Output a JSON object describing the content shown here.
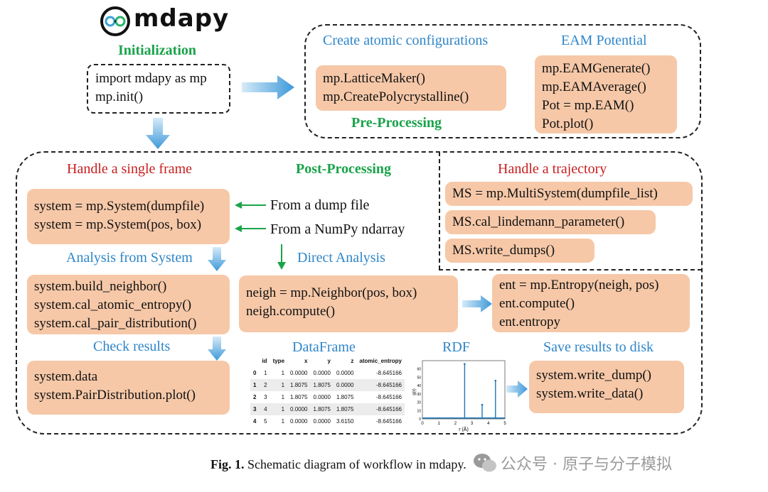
{
  "logo": {
    "text": "mdapy"
  },
  "init": {
    "title": "Initialization",
    "lines": [
      "import mdapy as mp",
      "mp.init()"
    ]
  },
  "pre": {
    "title": "Pre-Processing",
    "create_title": "Create atomic configurations",
    "create_lines": [
      "mp.LatticeMaker()",
      "mp.CreatePolycrystalline()"
    ],
    "eam_title": "EAM Potential",
    "eam_lines": [
      "mp.EAMGenerate()",
      "mp.EAMAverage()",
      "Pot = mp.EAM()",
      "Pot.plot()"
    ]
  },
  "post": {
    "title": "Post-Processing",
    "single_title": "Handle a single frame",
    "system_lines": [
      "system = mp.System(dumpfile)",
      "system = mp.System(pos, box)"
    ],
    "from_dump": "From a dump file",
    "from_numpy": "From a NumPy ndarray",
    "analysis_title": "Analysis from System",
    "direct_title": "Direct Analysis",
    "analysis_lines": [
      "system.build_neighbor()",
      "system.cal_atomic_entropy()",
      "system.cal_pair_distribution()"
    ],
    "neigh_lines": [
      "neigh = mp.Neighbor(pos, box)",
      "neigh.compute()"
    ],
    "entropy_lines": [
      "ent = mp.Entropy(neigh, pos)",
      "ent.compute()",
      "ent.entropy"
    ],
    "check_title": "Check results",
    "check_lines": [
      "system.data",
      "system.PairDistribution.plot()"
    ],
    "dataframe_title": "DataFrame",
    "rdf_title": "RDF",
    "save_title": "Save results to disk",
    "save_lines": [
      "system.write_dump()",
      "system.write_data()"
    ],
    "traj_title": "Handle a trajectory",
    "traj_lines": [
      "MS = mp.MultiSystem(dumpfile_list)",
      "MS.cal_lindemann_parameter()",
      "MS.write_dumps()"
    ]
  },
  "dataframe": {
    "headers": [
      "",
      "id",
      "type",
      "x",
      "y",
      "z",
      "atomic_entropy"
    ],
    "rows": [
      [
        "0",
        "1",
        "1",
        "0.0000",
        "0.0000",
        "0.0000",
        "-8.645166"
      ],
      [
        "1",
        "2",
        "1",
        "1.8075",
        "1.8075",
        "0.0000",
        "-8.645166"
      ],
      [
        "2",
        "3",
        "1",
        "1.8075",
        "0.0000",
        "1.8075",
        "-8.645166"
      ],
      [
        "3",
        "4",
        "1",
        "0.0000",
        "1.8075",
        "1.8075",
        "-8.645166"
      ],
      [
        "4",
        "5",
        "1",
        "0.0000",
        "0.0000",
        "3.6150",
        "-8.645166"
      ]
    ]
  },
  "chart_data": {
    "type": "line",
    "title": "",
    "xlabel": "r (Å)",
    "ylabel": "g(r)",
    "xlim": [
      0,
      5
    ],
    "ylim": [
      0,
      70
    ],
    "xticks": [
      "0",
      "1",
      "2",
      "3",
      "4",
      "5"
    ],
    "yticks": [
      "0",
      "10",
      "20",
      "30",
      "40",
      "50",
      "60"
    ],
    "peaks": [
      {
        "x": 2.56,
        "y": 66
      },
      {
        "x": 3.62,
        "y": 17
      },
      {
        "x": 4.43,
        "y": 46
      }
    ],
    "baseline": 1,
    "color": "#1f77b4"
  },
  "caption": {
    "label": "Fig. 1.",
    "text": "Schematic diagram of workflow in mdapy."
  },
  "watermark": {
    "text": "公众号 · 原子与分子模拟"
  },
  "colors": {
    "box": "#f6c8a8",
    "blue": "#2f86c9",
    "red": "#c81e1e",
    "green": "#1aa34a",
    "arrow": "#4aa3e0"
  }
}
